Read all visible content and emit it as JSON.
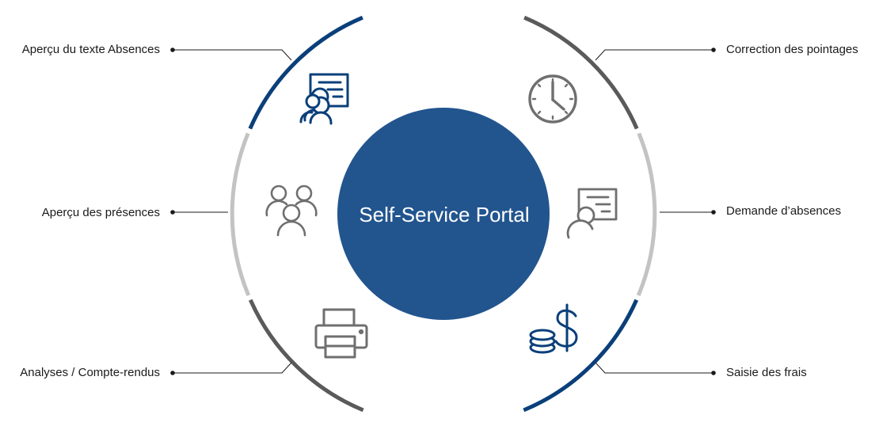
{
  "center": {
    "title": "Self-Service Portal",
    "color": "#22558e"
  },
  "colors": {
    "blue": "#0a3f7a",
    "dark_gray": "#5a5a5a",
    "light_gray": "#c3c3c3",
    "icon_gray": "#6f6f6f"
  },
  "items": {
    "left_top": {
      "label": "Aperçu du texte Absences",
      "icon": "employee-document-icon"
    },
    "left_mid": {
      "label": "Aperçu des présences",
      "icon": "group-people-icon"
    },
    "left_bottom": {
      "label": "Analyses / Compte-rendus",
      "icon": "printer-icon"
    },
    "right_top": {
      "label": "Correction des pointages",
      "icon": "clock-icon"
    },
    "right_mid": {
      "label": "Demande d’absences",
      "icon": "absence-request-icon"
    },
    "right_bottom": {
      "label": "Saisie des frais",
      "icon": "coins-dollar-icon"
    }
  }
}
